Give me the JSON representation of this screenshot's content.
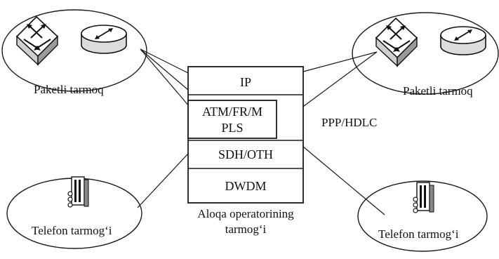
{
  "nodes": {
    "packet_left": {
      "label": "Paketli tarmoq",
      "icons": [
        "switch-icon",
        "router-icon"
      ]
    },
    "packet_right": {
      "label": "Paketli tarmoq",
      "icons": [
        "switch-icon",
        "router-icon"
      ]
    },
    "phone_left": {
      "label": "Telefon tarmog‘i",
      "icons": [
        "telephone-exchange-icon"
      ]
    },
    "phone_right": {
      "label": "Telefon tarmog‘i",
      "icons": [
        "telephone-exchange-icon"
      ]
    }
  },
  "stack": {
    "layers": [
      "IP",
      "ATM/FR/M",
      "PLS",
      "SDH/OTH",
      "DWDM"
    ],
    "caption_line1": "Aloqa operatorining",
    "caption_line2": "tarmog‘i"
  },
  "link_label": "PPP/HDLC"
}
